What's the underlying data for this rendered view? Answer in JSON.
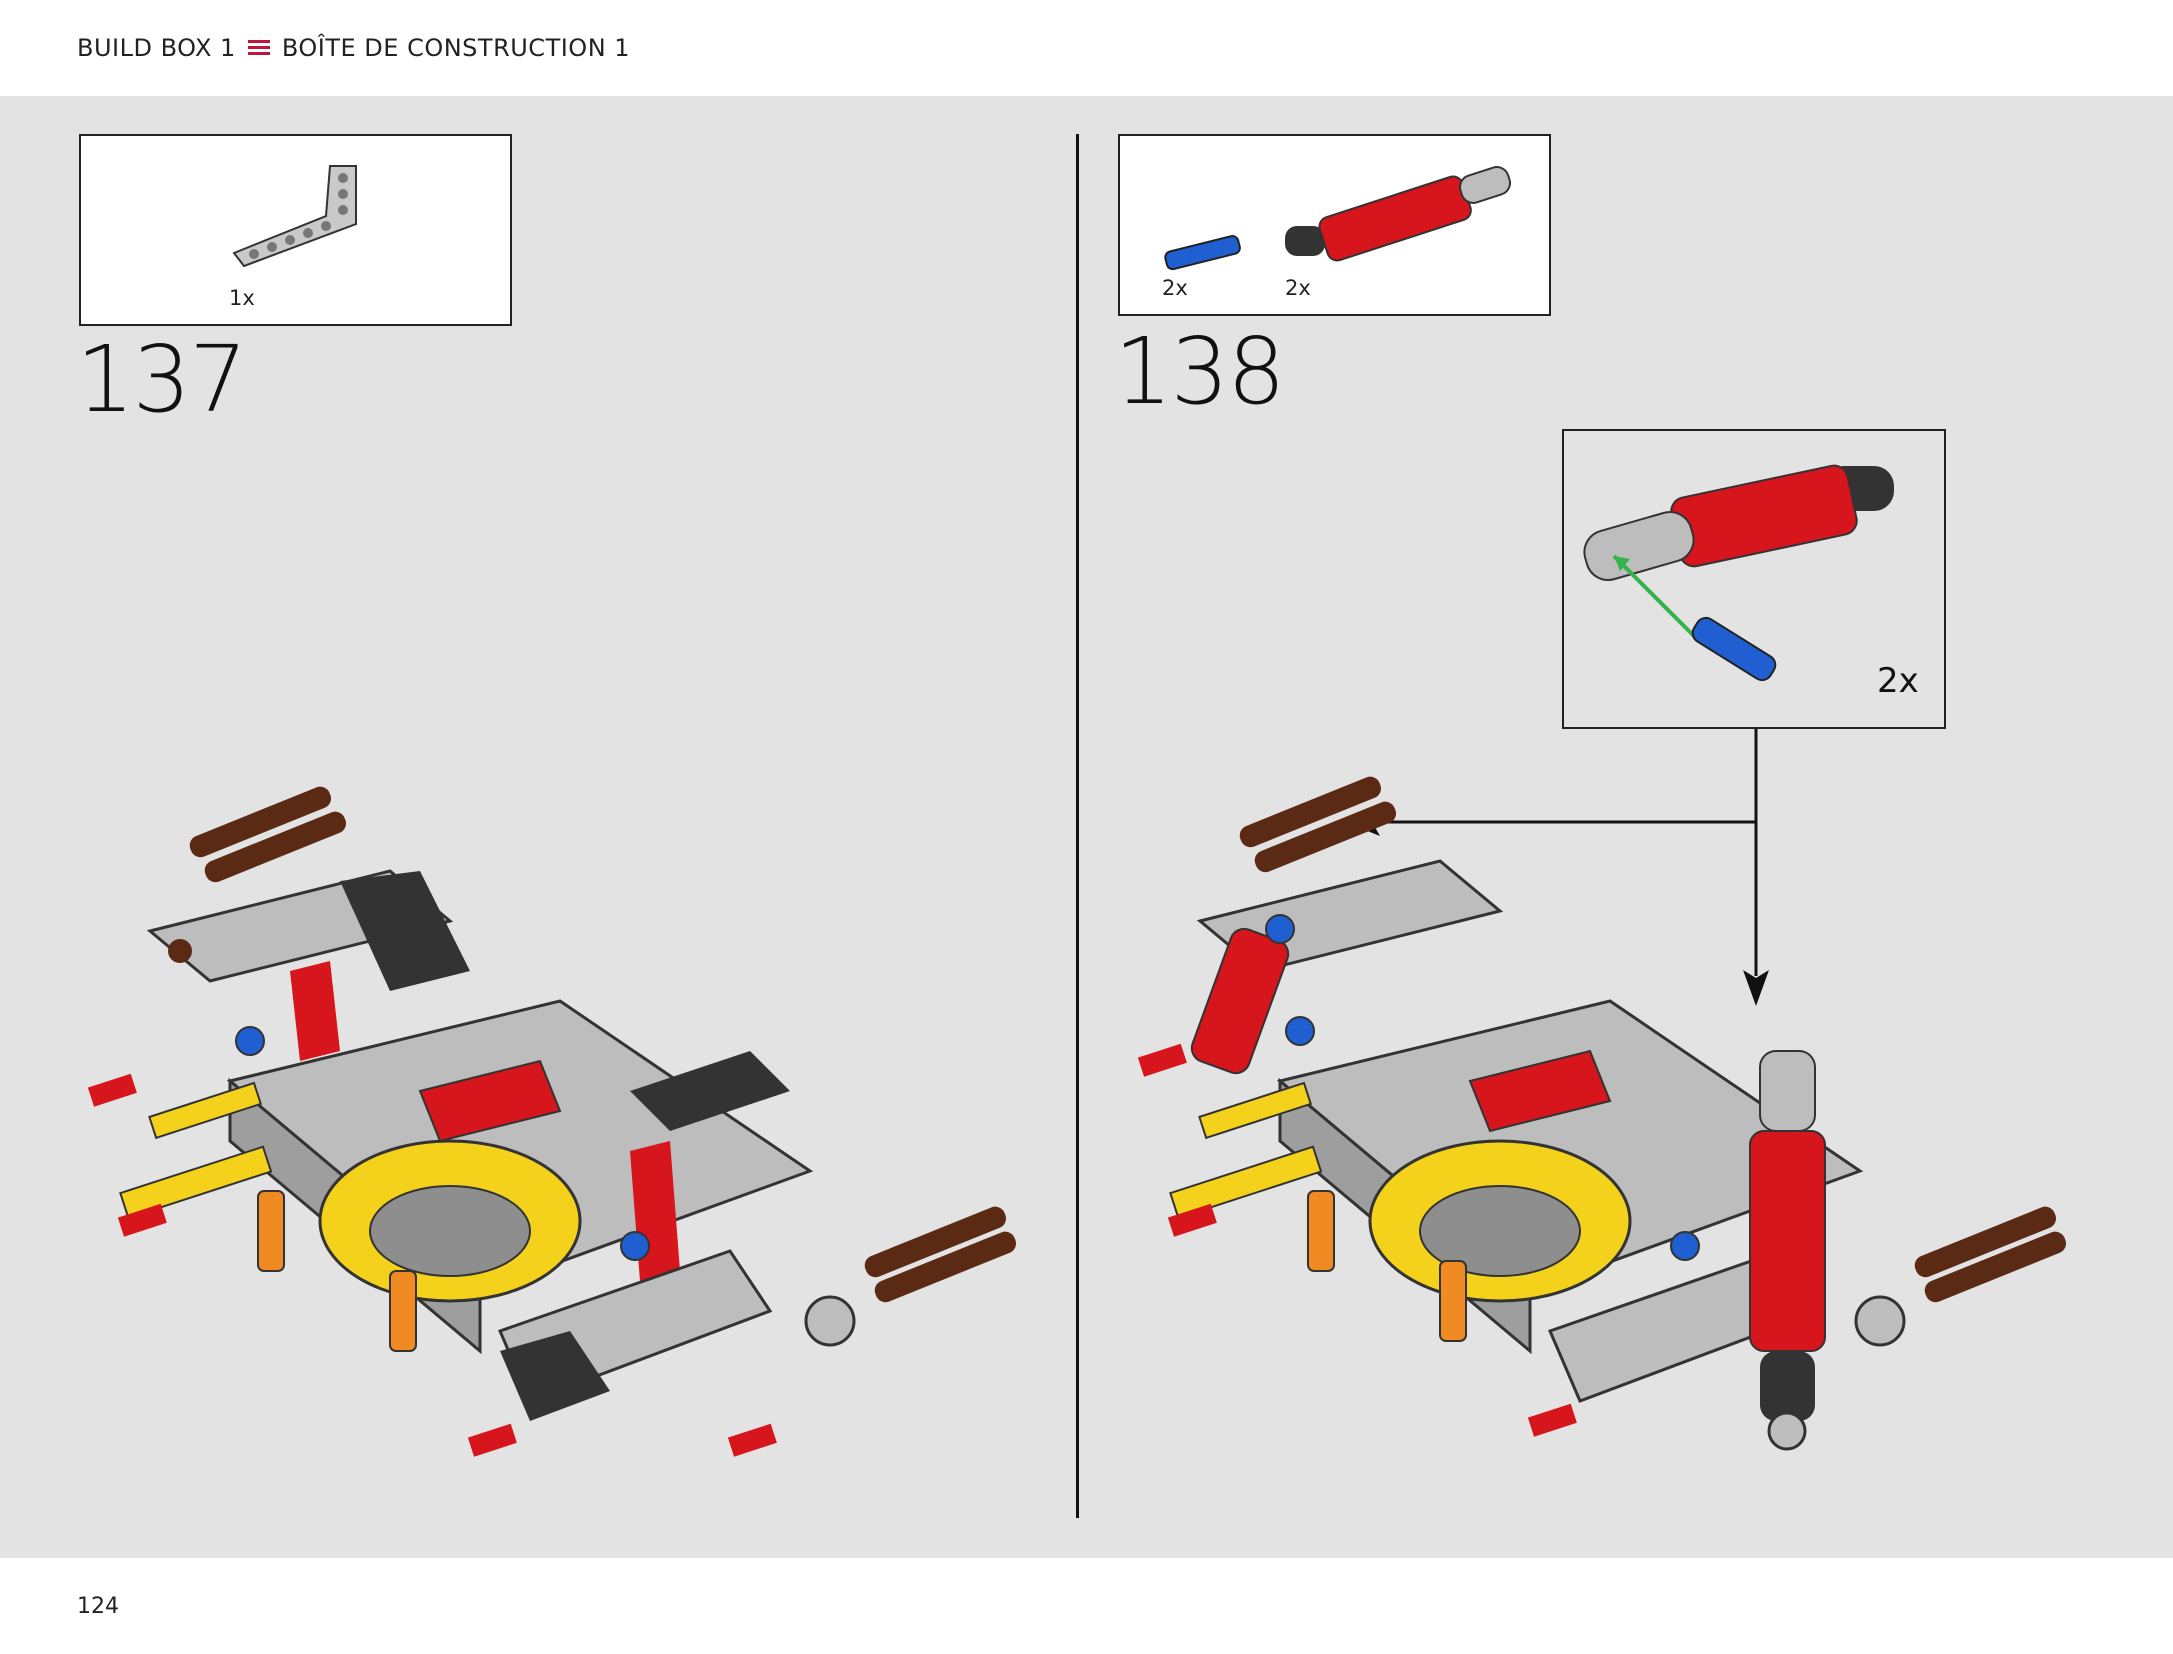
{
  "header": {
    "left_label": "BUILD BOX 1",
    "right_label": "BOÎTE DE CONSTRUCTION 1",
    "accent_color": "#c0143c"
  },
  "footer": {
    "page_number": "124"
  },
  "steps": [
    {
      "number": "137",
      "parts": [
        {
          "qty": "1x",
          "part": "gray-l-beam-icon"
        }
      ]
    },
    {
      "number": "138",
      "parts": [
        {
          "qty": "2x",
          "part": "blue-pin-icon"
        },
        {
          "qty": "2x",
          "part": "red-shock-absorber-icon"
        }
      ],
      "callout": {
        "qty": "2x"
      }
    }
  ],
  "colors": {
    "background": "#e3e3e3",
    "red": "#d6151c",
    "yellow": "#f4d21c",
    "gray": "#bdbdbd",
    "dark": "#333333",
    "brown": "#5a2a14",
    "blue": "#1f5fd1",
    "orange": "#f08a22",
    "green": "#36b24a"
  }
}
